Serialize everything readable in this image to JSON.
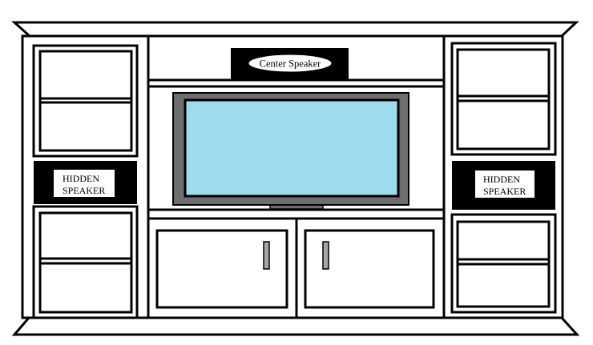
{
  "center_speaker": {
    "label": "Center Speaker"
  },
  "left_speaker": {
    "line1": "HIDDEN",
    "line2": "SPEAKER"
  },
  "right_speaker": {
    "line1": "HIDDEN",
    "line2": "SPEAKER"
  },
  "colors": {
    "outline": "#000000",
    "background": "#ffffff",
    "tv_bezel": "#6e6e6e",
    "tv_screen": "#9edced",
    "speaker_panel": "#000000",
    "door_handle": "#a6a6a6"
  }
}
